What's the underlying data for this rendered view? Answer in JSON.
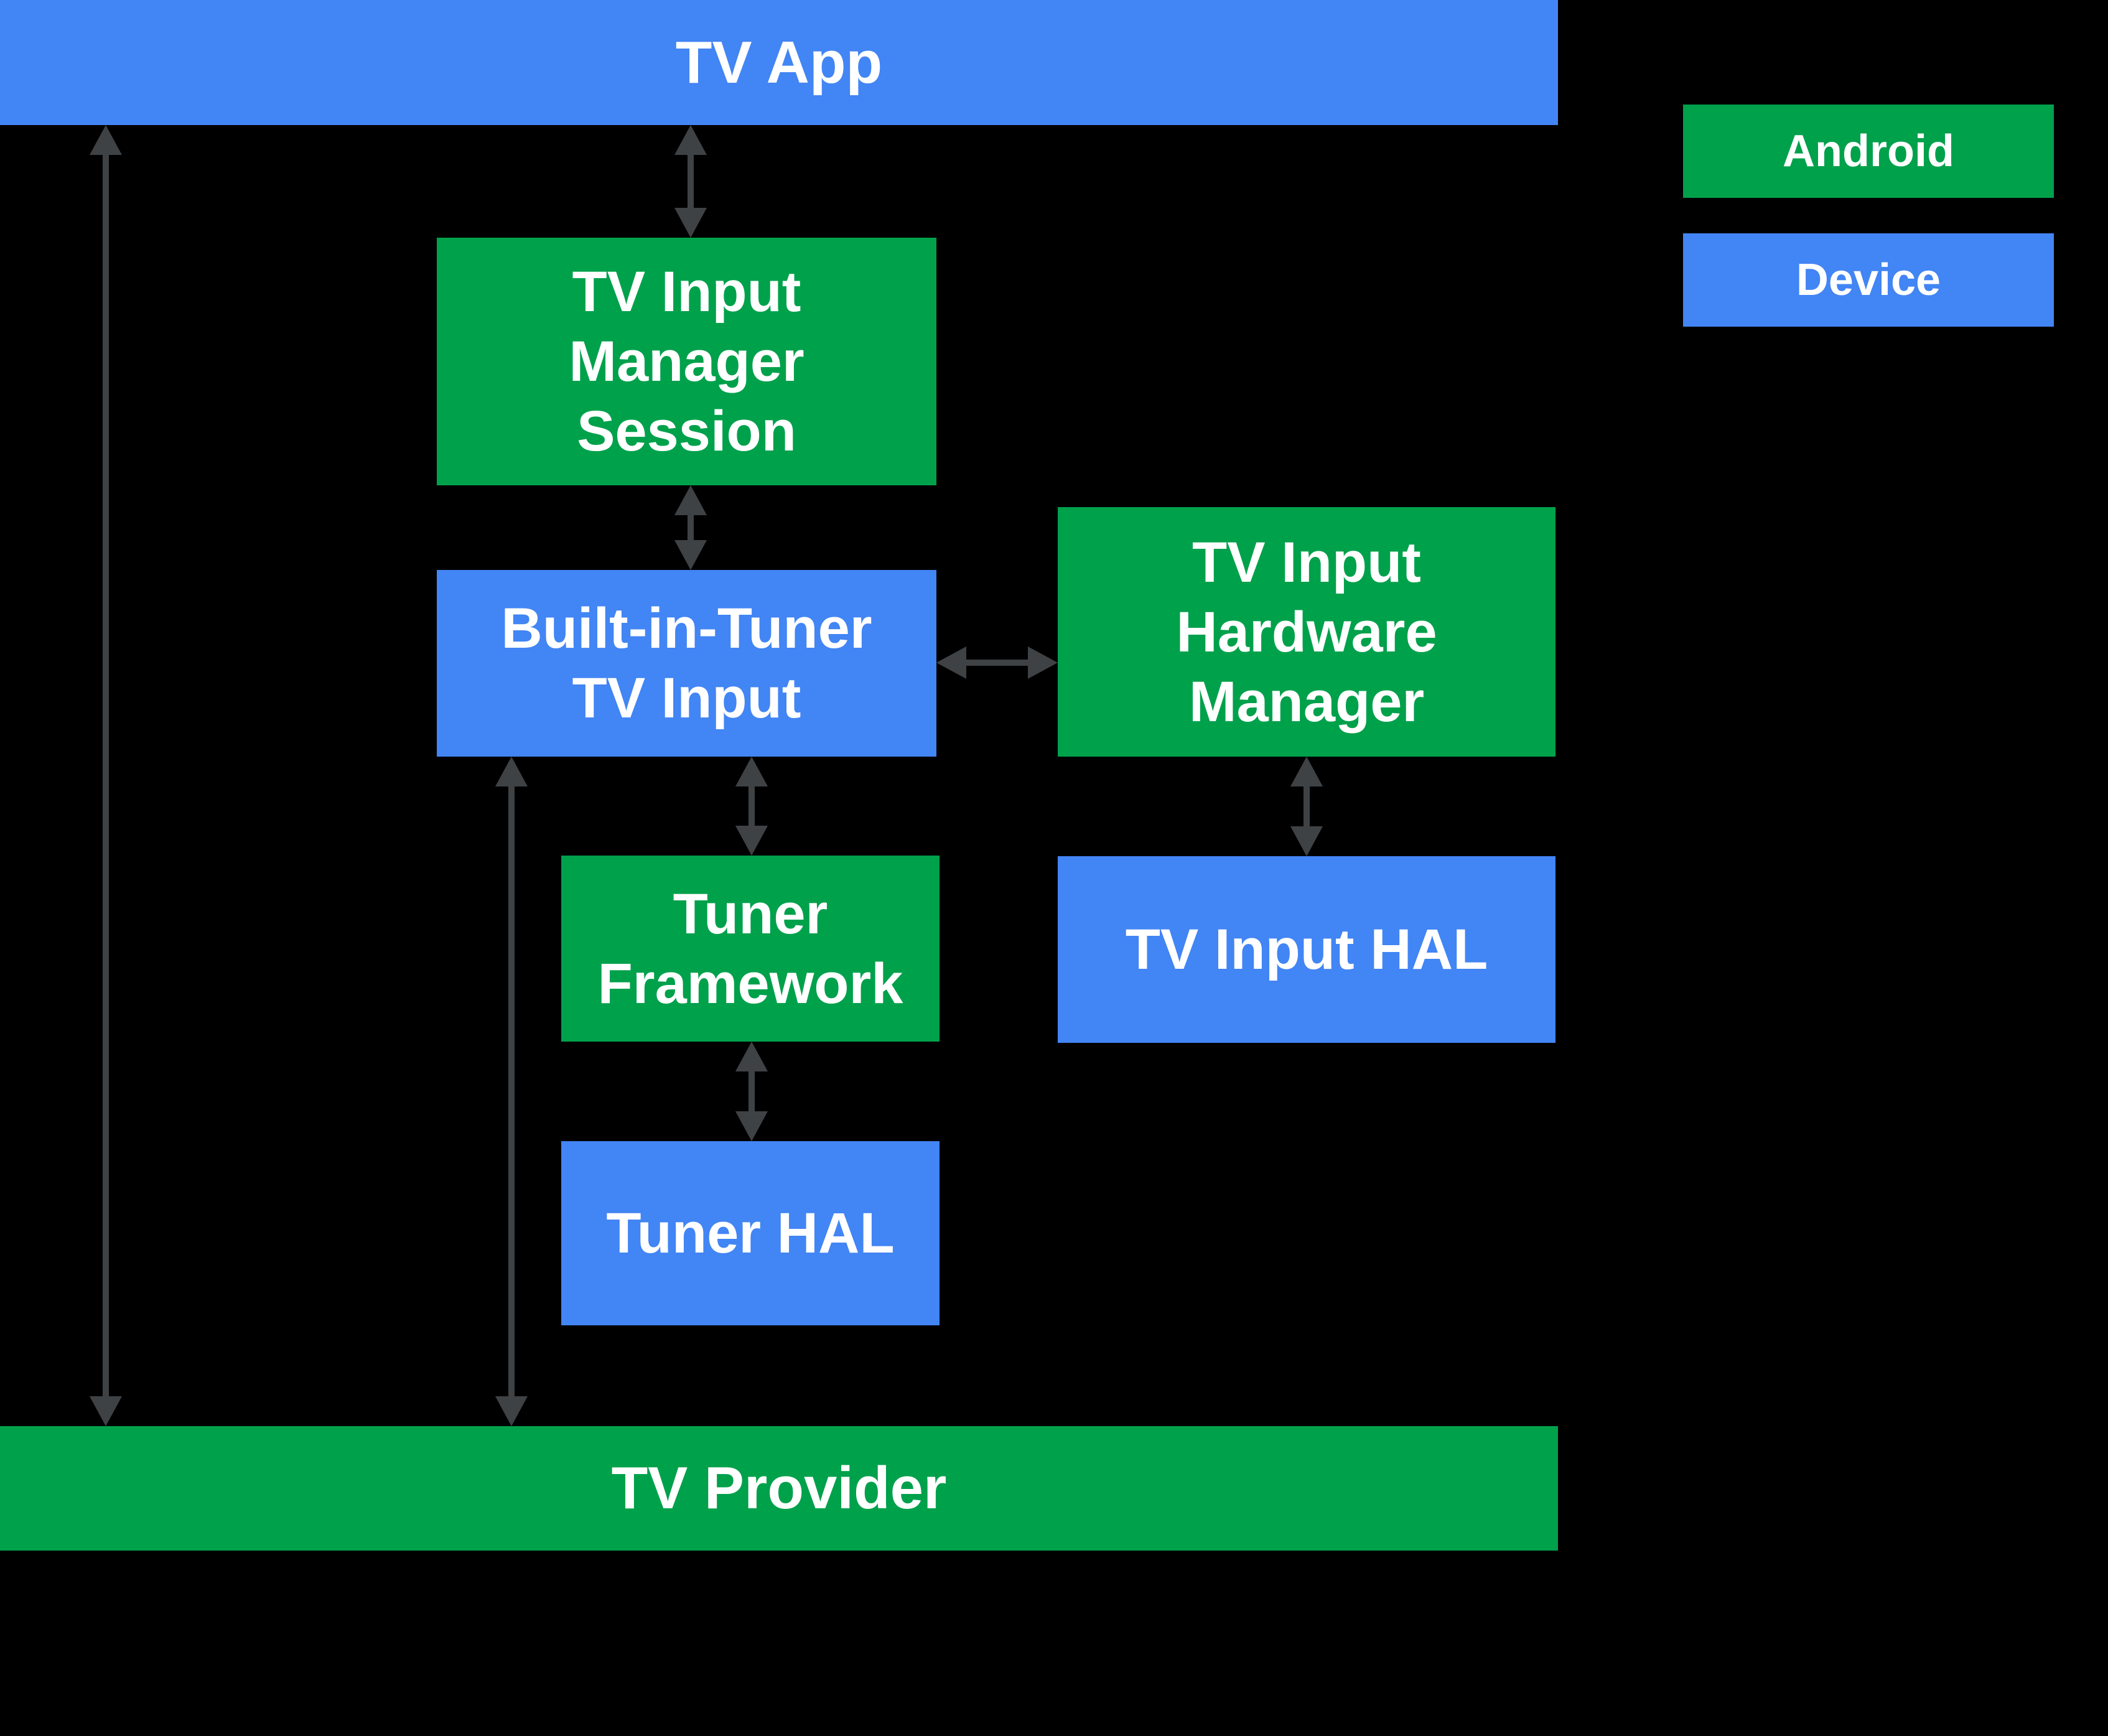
{
  "diagram": {
    "colors": {
      "android_green": "#00A14B",
      "device_blue": "#4285F4",
      "arrow_gray": "#3F4245",
      "background": "#000000",
      "text_white": "#FFFFFF"
    },
    "nodes": {
      "tv_app": {
        "label": "TV App",
        "lines": [
          "TV App"
        ],
        "type": "device"
      },
      "tv_input_manager_session": {
        "label": "TV Input Manager Session",
        "lines": [
          "TV Input",
          "Manager",
          "Session"
        ],
        "type": "android"
      },
      "built_in_tuner_tv_input": {
        "label": "Built-in-Tuner TV Input",
        "lines": [
          "Built-in-Tuner",
          "TV Input"
        ],
        "type": "device"
      },
      "tv_input_hardware_manager": {
        "label": "TV Input Hardware Manager",
        "lines": [
          "TV Input",
          "Hardware",
          "Manager"
        ],
        "type": "android"
      },
      "tuner_framework": {
        "label": "Tuner Framework",
        "lines": [
          "Tuner",
          "Framework"
        ],
        "type": "android"
      },
      "tuner_hal": {
        "label": "Tuner HAL",
        "lines": [
          "Tuner HAL"
        ],
        "type": "device"
      },
      "tv_input_hal": {
        "label": "TV Input HAL",
        "lines": [
          "TV Input HAL"
        ],
        "type": "device"
      },
      "tv_provider": {
        "label": "TV Provider",
        "lines": [
          "TV Provider"
        ],
        "type": "android"
      }
    },
    "legend": [
      {
        "label": "Android",
        "color": "#00A14B"
      },
      {
        "label": "Device",
        "color": "#4285F4"
      }
    ],
    "connections": [
      {
        "from": "tv_app",
        "to": "tv_provider",
        "bidirectional": true
      },
      {
        "from": "tv_app",
        "to": "tv_input_manager_session",
        "bidirectional": true
      },
      {
        "from": "tv_input_manager_session",
        "to": "built_in_tuner_tv_input",
        "bidirectional": true
      },
      {
        "from": "built_in_tuner_tv_input",
        "to": "tv_input_hardware_manager",
        "bidirectional": true
      },
      {
        "from": "built_in_tuner_tv_input",
        "to": "tuner_framework",
        "bidirectional": true
      },
      {
        "from": "built_in_tuner_tv_input",
        "to": "tv_provider",
        "bidirectional": true
      },
      {
        "from": "tuner_framework",
        "to": "tuner_hal",
        "bidirectional": true
      },
      {
        "from": "tv_input_hardware_manager",
        "to": "tv_input_hal",
        "bidirectional": true
      }
    ]
  }
}
